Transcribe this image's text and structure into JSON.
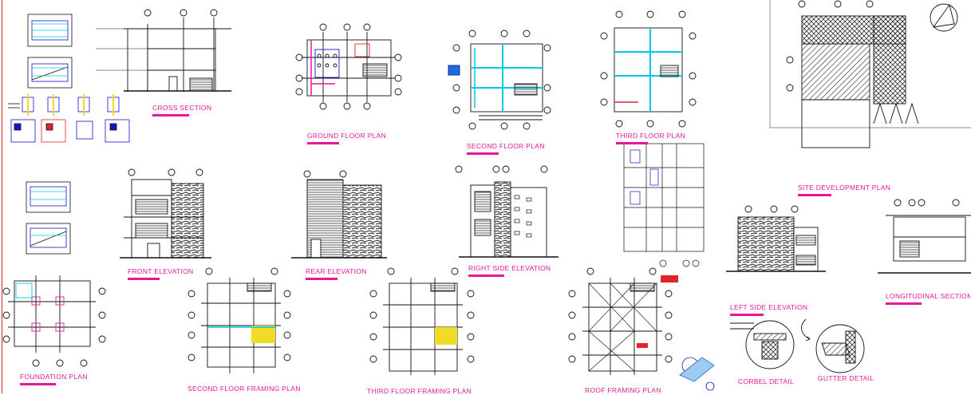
{
  "sheet": {
    "colors": {
      "line": "#111111",
      "label": "#e6179a",
      "cyan": "#00c8e6",
      "blue": "#1515c8",
      "red": "#e0222a",
      "yellow": "#f0dc28"
    }
  },
  "labels": {
    "cross_section": "CROSS SECTION",
    "ground_floor_plan": "GROUND FLOOR PLAN",
    "second_floor_plan": "SECOND FLOOR PLAN",
    "third_floor_plan": "THIRD FLOOR PLAN",
    "site_development_plan": "SITE DEVELOPMENT PLAN",
    "front_elevation": "FRONT ELEVATION",
    "rear_elevation": "REAR ELEVATION",
    "right_side_elevation": "RIGHT SIDE ELEVATION",
    "left_side_elevation": "LEFT SIDE ELEVATION",
    "longitudinal_section": "LONGITUDINAL SECTION",
    "foundation_plan": "FOUNDATION PLAN",
    "second_floor_framing_plan": "SECOND FLOOR FRAMING PLAN",
    "third_floor_framing_plan": "THIRD FLOOR FRAMING PLAN",
    "roof_framing_plan": "ROOF FRAMING PLAN",
    "corbel_detail": "CORBEL DETAIL",
    "gutter_detail": "GUTTER DETAIL"
  }
}
